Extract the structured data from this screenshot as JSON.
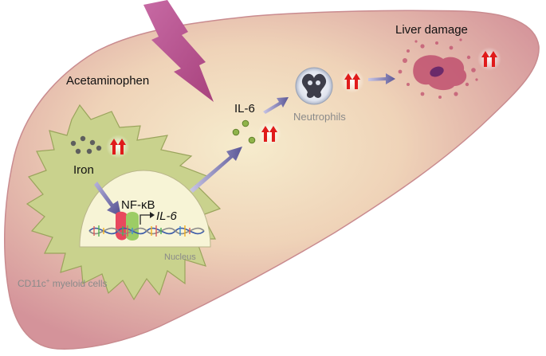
{
  "labels": {
    "acetaminophen": "Acetaminophen",
    "il6_cytokine": "IL-6",
    "neutrophils": "Neutrophils",
    "liver_damage": "Liver damage",
    "iron": "Iron",
    "nfkb": "NF-κB",
    "il6_gene": "IL-6",
    "nucleus": "Nucleus",
    "cell_type_main": "CD11c",
    "cell_type_sup": "+",
    "cell_type_rest": " myeloid cells"
  },
  "colors": {
    "liver_fill_center": "#f3e6c4",
    "liver_fill_edge": "#d99aa0",
    "liver_outline": "#c98b8f",
    "lightning": "#b4508a",
    "myeloid_cell": "#c9d28d",
    "myeloid_outline": "#9aa45c",
    "nucleus": "#f7f4d6",
    "arrow": "#6e6aa6",
    "up_arrow": "#e01b1b",
    "nfkb_red": "#e8485e",
    "nfkb_green": "#9ccc65",
    "damage": "#c0506e",
    "gray_text": "#8a8a8a"
  },
  "icons": [
    "lightning-icon",
    "up-arrow-icon",
    "neutrophil-icon",
    "damaged-cell-icon",
    "dna-icon",
    "iron-particles-icon"
  ]
}
